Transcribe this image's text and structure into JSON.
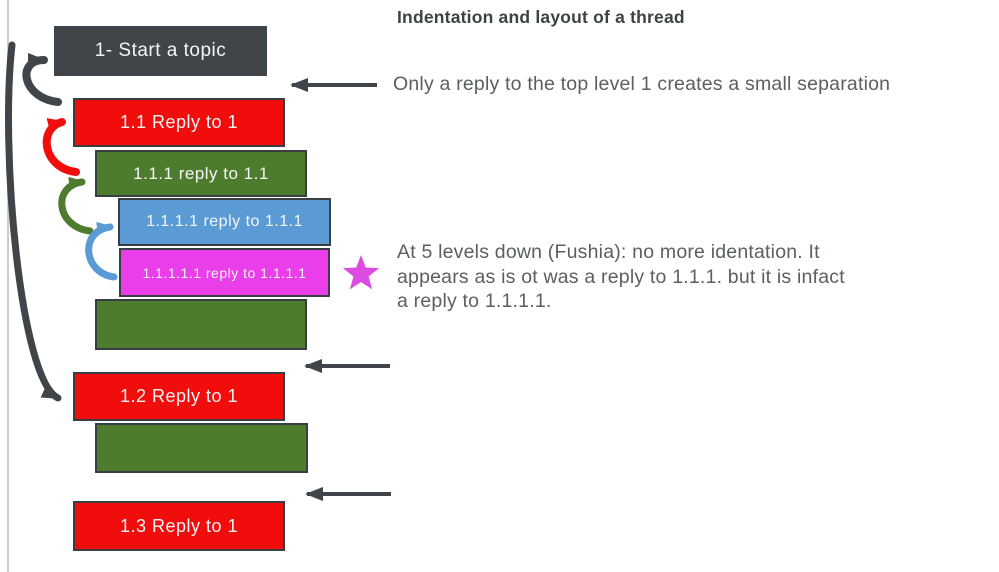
{
  "title": "Indentation and layout of a thread",
  "annotations": {
    "top_note": "Only a reply to the top level 1 creates a small separation",
    "fushia_note": [
      "At 5 levels down (Fushia): no more identation. It",
      "appears as is ot was a reply to 1.1.1. but it is infact",
      "a reply to 1.1.1.1."
    ]
  },
  "diagram": {
    "boxes": [
      {
        "id": "start-topic",
        "label": "1- Start a topic",
        "level": 0,
        "color": "#3f4548"
      },
      {
        "id": "reply-1-1",
        "label": "1.1 Reply to 1",
        "level": 1,
        "color": "#f20d0d"
      },
      {
        "id": "reply-1-1-1",
        "label": "1.1.1 reply to 1.1",
        "level": 2,
        "color": "#4e7c2e"
      },
      {
        "id": "reply-1-1-1-1",
        "label": "1.1.1.1 reply to 1.1.1",
        "level": 3,
        "color": "#5b9bd5"
      },
      {
        "id": "reply-1-1-1-1-1",
        "label": "1.1.1.1.1 reply to 1.1.1.1",
        "level": 4,
        "color": "#e93ee9"
      },
      {
        "id": "green-empty-1",
        "label": "",
        "level": 2,
        "color": "#4e7c2e"
      },
      {
        "id": "reply-1-2",
        "label": "1.2 Reply to 1",
        "level": 1,
        "color": "#f20d0d"
      },
      {
        "id": "green-empty-2",
        "label": "",
        "level": 2,
        "color": "#4e7c2e"
      },
      {
        "id": "reply-1-3",
        "label": "1.3 Reply to 1",
        "level": 1,
        "color": "#f20d0d"
      }
    ]
  },
  "icons": {
    "star": "fushia-star-marker",
    "separation_arrows": "left-pointing-arrow",
    "reply_curves": [
      "dark-reply-curve",
      "red-reply-curve",
      "green-reply-curve",
      "blue-reply-curve",
      "long-dark-reply-curve"
    ]
  },
  "colors": {
    "background": "#ffffff",
    "dark": "#3f4548",
    "red": "#f20d0d",
    "green": "#4e7c2e",
    "blue": "#5b9bd5",
    "fushia": "#e93ee9",
    "star": "#dd4ce2",
    "box_border": "#383e41",
    "text_light": "#f5f5f5",
    "title_text": "#3c4345",
    "note_text": "#5a6061",
    "slide_edge": "#cbcdce"
  }
}
